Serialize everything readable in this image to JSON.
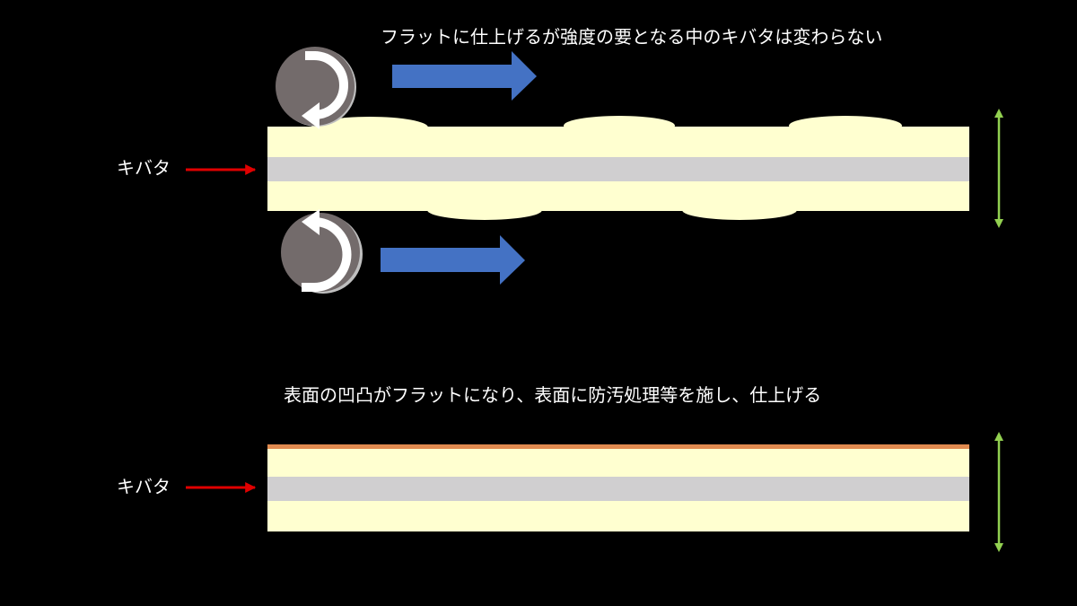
{
  "captions": {
    "top": "フラットに仕上げるが強度の要となる中のキバタは変わらない",
    "bottom": "表面の凹凸がフラットになり、表面に防汚処理等を施し、仕上げる"
  },
  "labels": {
    "top": "キバタ",
    "bottom": "キバタ"
  },
  "colors": {
    "background": "#000000",
    "outer_layer": "#ffffd0",
    "core_layer": "#d0cfd0",
    "finish_coat": "#e08a4f",
    "roller": "#736b6b",
    "rotation_arrow": "#ffffff",
    "direction_arrow": "#4472c4",
    "pointer_arrow": "#e00000",
    "thickness_arrow": "#92d050"
  }
}
